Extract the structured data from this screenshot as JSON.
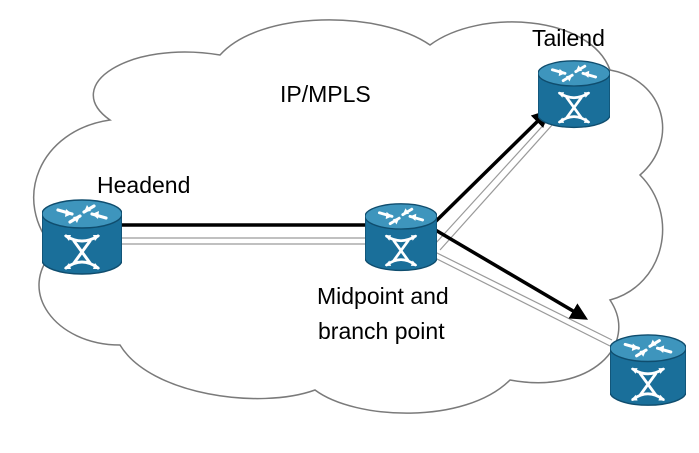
{
  "diagram": {
    "cloud_label": "IP/MPLS",
    "nodes": [
      {
        "id": "headend",
        "label_lines": [
          "Headend"
        ]
      },
      {
        "id": "midpoint",
        "label_lines": [
          "Midpoint and",
          "branch point"
        ]
      },
      {
        "id": "tailend",
        "label_lines": [
          "Tailend"
        ]
      },
      {
        "id": "tailend2",
        "label_lines": []
      }
    ],
    "icon": "router-icon",
    "colors": {
      "router_body": "#1a6f9a",
      "router_top": "#3e95bd",
      "router_edge": "#0f4d6e",
      "cloud_stroke": "#7a7a7a",
      "path_primary": "#000000",
      "path_secondary": "#9a9a9a"
    }
  }
}
